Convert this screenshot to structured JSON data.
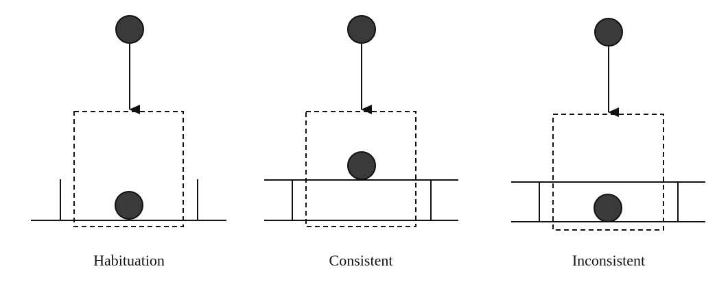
{
  "panels": [
    {
      "caption": "Habituation"
    },
    {
      "caption": "Consistent"
    },
    {
      "caption": "Inconsistent"
    }
  ],
  "colors": {
    "ball": "#3a3a3a",
    "line": "#111111",
    "background": "#ffffff"
  }
}
